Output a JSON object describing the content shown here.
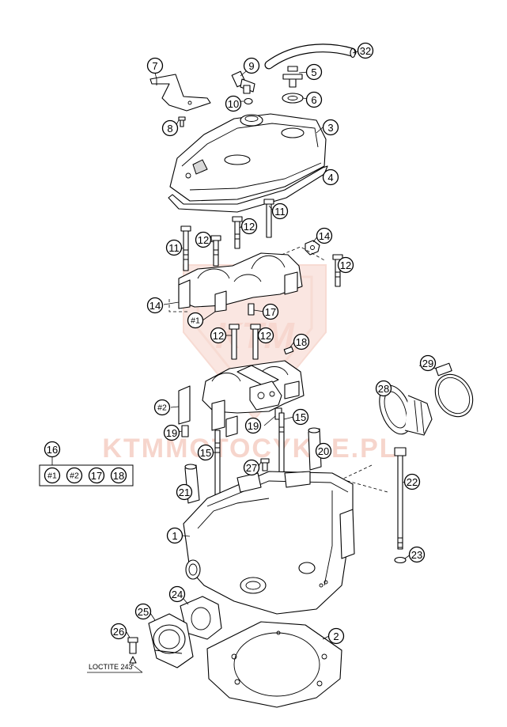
{
  "watermark": {
    "site": "KTMMOTOCYKLE.PL",
    "color": "#f3c2b4"
  },
  "note": {
    "text": "LOCTITE 243"
  },
  "kit": {
    "label": "16",
    "items": [
      "#1",
      "#2",
      "17",
      "18"
    ]
  },
  "callouts": [
    {
      "id": "c-32",
      "label": "32"
    },
    {
      "id": "c-7",
      "label": "7"
    },
    {
      "id": "c-9",
      "label": "9"
    },
    {
      "id": "c-5",
      "label": "5"
    },
    {
      "id": "c-10",
      "label": "10"
    },
    {
      "id": "c-6",
      "label": "6"
    },
    {
      "id": "c-8",
      "label": "8"
    },
    {
      "id": "c-3",
      "label": "3"
    },
    {
      "id": "c-4",
      "label": "4"
    },
    {
      "id": "c-11a",
      "label": "11"
    },
    {
      "id": "c-12a",
      "label": "12"
    },
    {
      "id": "c-11b",
      "label": "11"
    },
    {
      "id": "c-12b",
      "label": "12"
    },
    {
      "id": "c-14a",
      "label": "14"
    },
    {
      "id": "c-12c",
      "label": "12"
    },
    {
      "id": "c-14b",
      "label": "14"
    },
    {
      "id": "c-17a",
      "label": "17"
    },
    {
      "id": "c-h1",
      "label": "#1"
    },
    {
      "id": "c-12d",
      "label": "12"
    },
    {
      "id": "c-12e",
      "label": "12"
    },
    {
      "id": "c-18a",
      "label": "18"
    },
    {
      "id": "c-29",
      "label": "29"
    },
    {
      "id": "c-28",
      "label": "28"
    },
    {
      "id": "c-h2",
      "label": "#2"
    },
    {
      "id": "c-15a",
      "label": "15"
    },
    {
      "id": "c-19a",
      "label": "19"
    },
    {
      "id": "c-19b",
      "label": "19"
    },
    {
      "id": "c-20",
      "label": "20"
    },
    {
      "id": "c-15b",
      "label": "15"
    },
    {
      "id": "c-27",
      "label": "27"
    },
    {
      "id": "c-22",
      "label": "22"
    },
    {
      "id": "c-21",
      "label": "21"
    },
    {
      "id": "c-1",
      "label": "1"
    },
    {
      "id": "c-23",
      "label": "23"
    },
    {
      "id": "c-24",
      "label": "24"
    },
    {
      "id": "c-25",
      "label": "25"
    },
    {
      "id": "c-26",
      "label": "26"
    },
    {
      "id": "c-2",
      "label": "2"
    }
  ]
}
